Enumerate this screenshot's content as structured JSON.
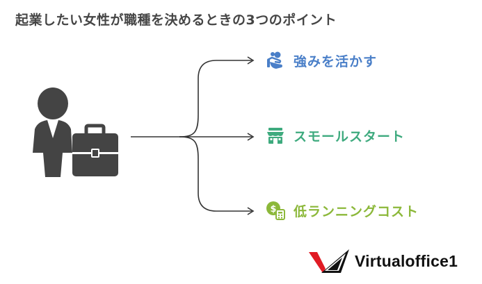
{
  "title": "起業したい女性が職種を決めるときの3つのポイント",
  "points": [
    {
      "label": "強みを活かす",
      "icon": "hand-coins-icon",
      "color": "#4a7fc8"
    },
    {
      "label": "スモールスタート",
      "icon": "storefront-icon",
      "color": "#3eaa7e"
    },
    {
      "label": "低ランニングコスト",
      "icon": "coin-calculator-icon",
      "color": "#8cb83a"
    }
  ],
  "logo": {
    "text": "Virtualoffice1",
    "mark_color": "#e01b24"
  },
  "colors": {
    "figure": "#444444",
    "connector": "#333333",
    "title": "#454545"
  }
}
